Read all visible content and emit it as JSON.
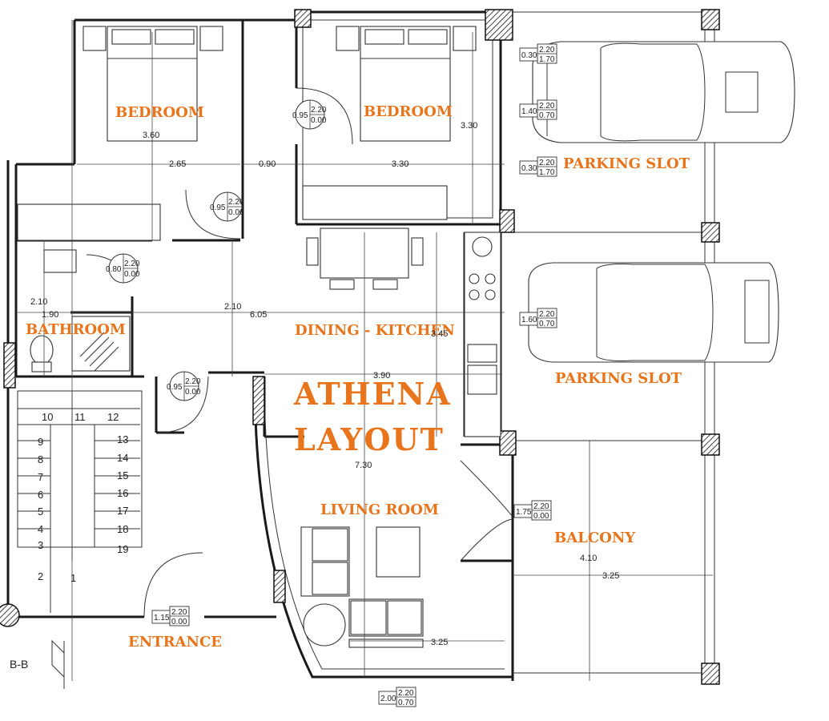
{
  "title": {
    "line1": "ATHENA",
    "line2": "LAYOUT"
  },
  "rooms": [
    {
      "id": "bedroom-1",
      "label": "BEDROOM"
    },
    {
      "id": "bedroom-2",
      "label": "BEDROOM"
    },
    {
      "id": "parking-1",
      "label": "PARKING SLOT"
    },
    {
      "id": "parking-2",
      "label": "PARKING SLOT"
    },
    {
      "id": "bathroom",
      "label": "BATHROOM"
    },
    {
      "id": "dining-kitchen",
      "label": "DINING - KITCHEN"
    },
    {
      "id": "living-room",
      "label": "LIVING ROOM"
    },
    {
      "id": "balcony",
      "label": "BALCONY"
    },
    {
      "id": "entrance",
      "label": "ENTRANCE"
    }
  ],
  "dimensions": [
    "3.60",
    "2.65",
    "0.90",
    "3.30",
    "3.30",
    "2.10",
    "1.90",
    "2.10",
    "6.05",
    "3.45",
    "3.90",
    "7.30",
    "4.10",
    "3.25",
    "3.25"
  ],
  "stair_numbers": [
    "10",
    "11",
    "12",
    "9",
    "13",
    "8",
    "14",
    "7",
    "15",
    "6",
    "16",
    "5",
    "17",
    "4",
    "18",
    "3",
    "19",
    "2",
    "1"
  ],
  "opening_tags": [
    {
      "w": "0.30",
      "a": "2.20",
      "b": "1.70"
    },
    {
      "w": "1.40",
      "a": "2.20",
      "b": "0.70"
    },
    {
      "w": "0.30",
      "a": "2.20",
      "b": "1.70"
    },
    {
      "w": "0.95",
      "a": "2.20",
      "b": "0.00"
    },
    {
      "w": "0.95",
      "a": "2.20",
      "b": "0.00"
    },
    {
      "w": "0.80",
      "a": "2.20",
      "b": "0.00"
    },
    {
      "w": "1.60",
      "a": "2.20",
      "b": "0.70"
    },
    {
      "w": "0.95",
      "a": "2.20",
      "b": "0.00"
    },
    {
      "w": "1.75",
      "a": "2.20",
      "b": "0.00"
    },
    {
      "w": "1.15",
      "a": "2.20",
      "b": "0.00"
    },
    {
      "w": "2.00",
      "a": "2.20",
      "b": "0.70"
    }
  ],
  "section_marker": "B-B",
  "colors": {
    "label": "#e8741c",
    "line": "#1a1a1a"
  }
}
